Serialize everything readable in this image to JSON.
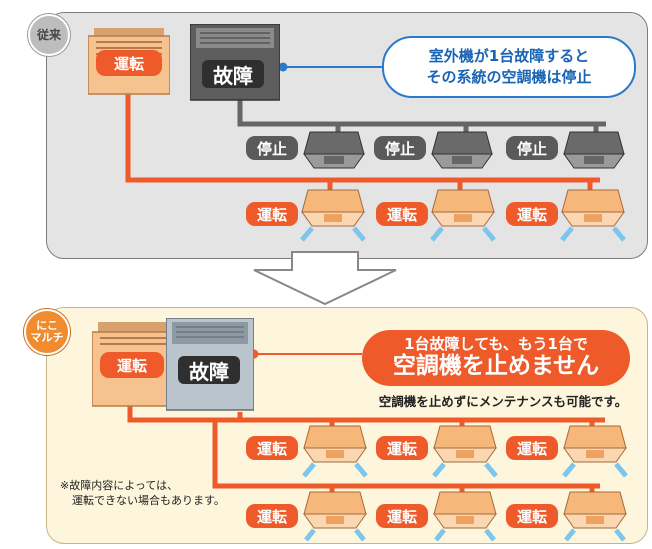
{
  "before": {
    "badge": "従来",
    "outdoor_running_label": "運転",
    "outdoor_fault_label": "故障",
    "callout_line1": "室外機が1台故障すると",
    "callout_line2": "その系統の空調機は停止",
    "stopped_label": "停止",
    "running_label": "運転"
  },
  "after": {
    "badge_line1": "にこ",
    "badge_line2": "マルチ",
    "outdoor_running_label": "運転",
    "outdoor_fault_label": "故障",
    "callout_line1": "1台故障しても、もう1台で",
    "callout_line2": "空調機を止めません",
    "maintenance_text": "空調機を止めずにメンテナンスも可能です。",
    "running_label": "運転",
    "note_line1": "※故障内容によっては、",
    "note_line2": "運転できない場合もあります。"
  },
  "colors": {
    "running": "#ee5a2a",
    "stopped": "#5a5a5a",
    "fault": "#2f2f2f",
    "callout_blue": "#2b79c9",
    "airflow": "#7cc6ee"
  }
}
